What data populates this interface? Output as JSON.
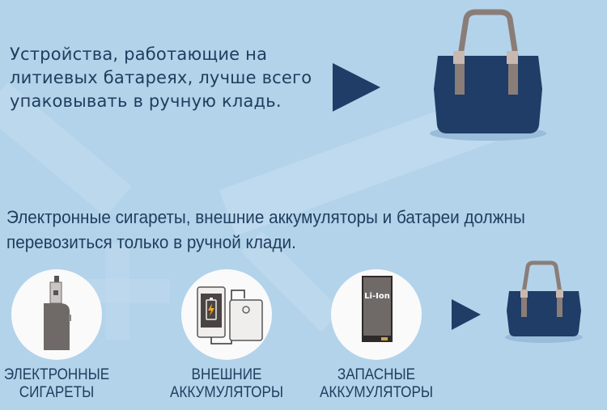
{
  "intro": {
    "text": "Устройства, работающие на литиевых батареях, лучше всего упаковывать в ручную кладь.",
    "arrow_icon": "arrow-right-icon",
    "bag_icon": "handbag-icon"
  },
  "rules": {
    "text": "Электронные сигареты, внешние аккумуляторы и батареи должны перевозиться только в ручной клади."
  },
  "items": [
    {
      "label_line1": "ЭЛЕКТРОННЫЕ",
      "label_line2": "СИГАРЕТЫ",
      "icon": "e-cigarette-icon"
    },
    {
      "label_line1": "ВНЕШНИЕ",
      "label_line2": "АККУМУЛЯТОРЫ",
      "icon": "power-bank-icon"
    },
    {
      "label_line1": "ЗАПАСНЫЕ",
      "label_line2": "АККУМУЛЯТОРЫ",
      "icon": "li-ion-battery-icon",
      "battery_text": "Li-Ion"
    }
  ],
  "colors": {
    "background": "#b3d3ea",
    "text": "#1f3d5e",
    "bag": "#1f3d66",
    "strap": "#8a7d78",
    "strap_clip": "#c8b8b0",
    "device": "#6f6a67"
  }
}
